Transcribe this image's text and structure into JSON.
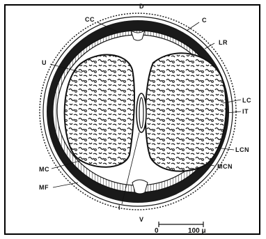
{
  "labels": {
    "D": "D",
    "CC": "CC",
    "C": "C",
    "LR": "LR",
    "U": "U",
    "LC": "LC",
    "IT": "IT",
    "LCN": "LCN",
    "MC": "MC",
    "MCN": "MCN",
    "MF": "MF",
    "I": "I",
    "V": "V"
  },
  "scale_bar": {
    "start_label": "0",
    "end_label": "100 μ"
  },
  "colors": {
    "ink": "#111111",
    "paper": "#ffffff",
    "muscle_band": "#1a1a1a",
    "tissue_fill": "#f4f4f4"
  }
}
